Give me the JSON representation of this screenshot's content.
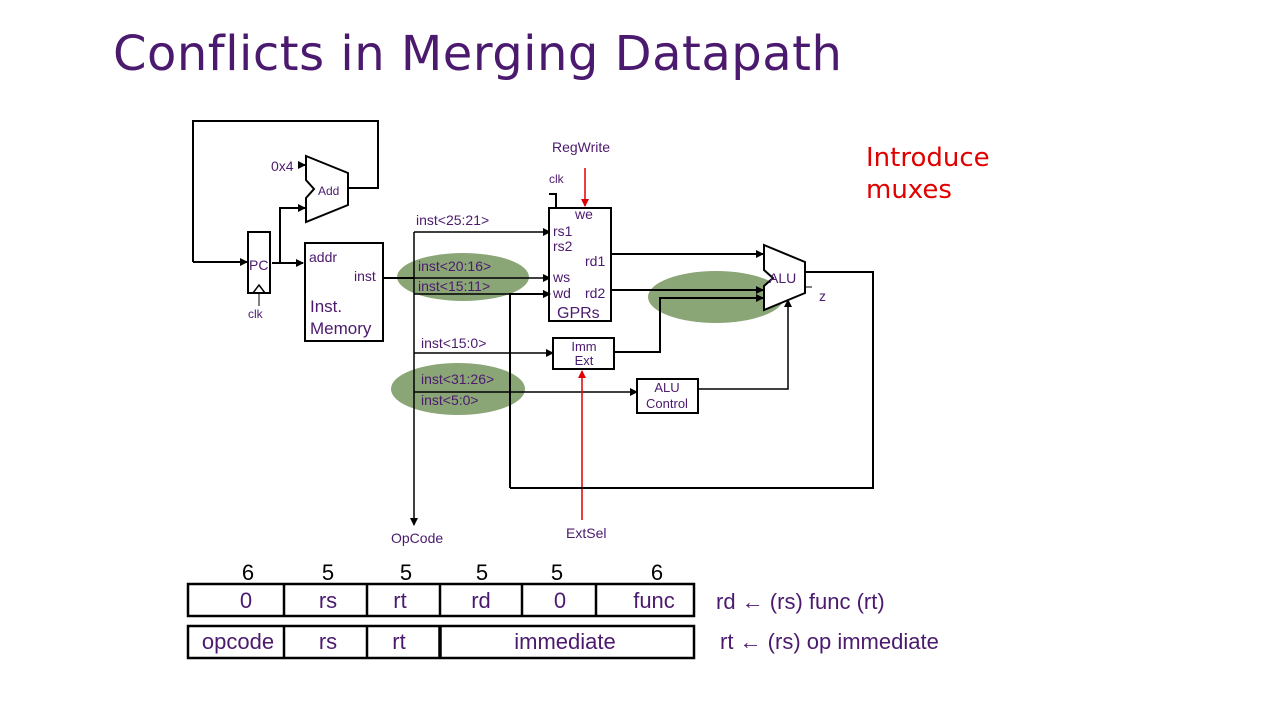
{
  "title": "Conflicts in Merging Datapath",
  "note_lines": [
    "Introduce",
    "muxes"
  ],
  "colors": {
    "title": "#4b1a6e",
    "accent": "#e00000",
    "highlight": "#8aa576",
    "wire": "#000000"
  },
  "diagram": {
    "add_const": "0x4",
    "add_label": "Add",
    "pc_label": "PC",
    "clk": "clk",
    "imem_addr": "addr",
    "imem_inst": "inst",
    "imem_name1": "Inst.",
    "imem_name2": "Memory",
    "field_25_21": "inst<25:21>",
    "field_20_16": "inst<20:16>",
    "field_15_11": "inst<15:11>",
    "field_15_0": "inst<15:0>",
    "field_31_26": "inst<31:26>",
    "field_5_0": "inst<5:0>",
    "regwrite": "RegWrite",
    "gpr_we": "we",
    "gpr_rs1": "rs1",
    "gpr_rs2": "rs2",
    "gpr_rd1": "rd1",
    "gpr_ws": "ws",
    "gpr_wd": "wd",
    "gpr_rd2": "rd2",
    "gpr_name": "GPRs",
    "imm1": "Imm",
    "imm2": "Ext",
    "aluc1": "ALU",
    "aluc2": "Control",
    "alu": "ALU",
    "z": "z",
    "opcode": "OpCode",
    "extsel": "ExtSel"
  },
  "formats": [
    {
      "widths": [
        "6",
        "5",
        "5",
        "5",
        "5",
        "6"
      ],
      "fields": [
        "0",
        "rs",
        "rt",
        "rd",
        "0",
        "func"
      ],
      "desc": "rd ← (rs) func (rt)"
    },
    {
      "fields": [
        "opcode",
        "rs",
        "rt",
        "immediate"
      ],
      "desc": "rt ← (rs) op immediate"
    }
  ]
}
